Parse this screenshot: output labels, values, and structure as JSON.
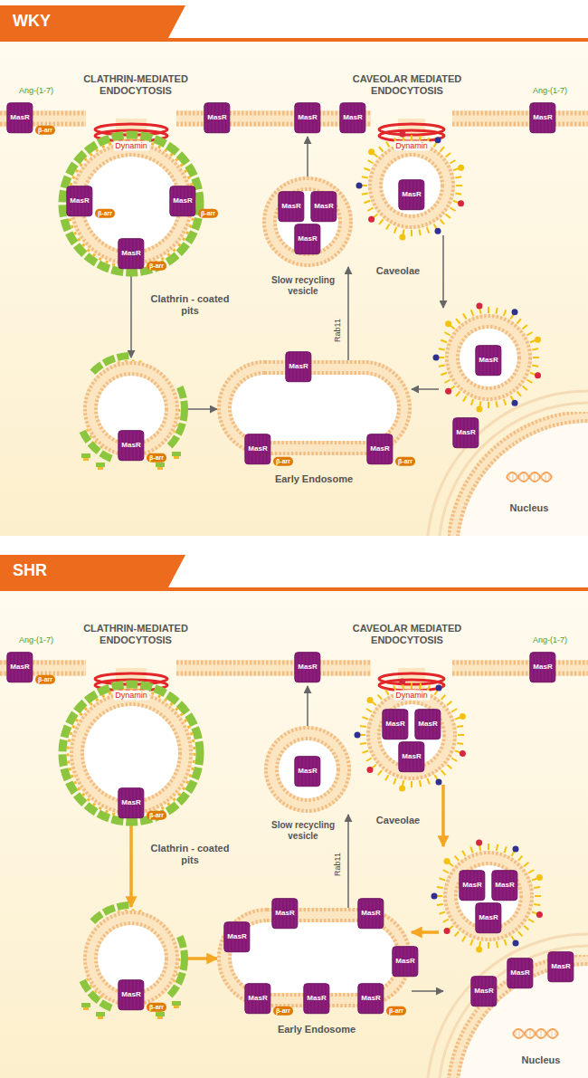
{
  "diagram": {
    "nodes": [
      {
        "text": [
          "WKY"
        ]
      },
      {
        "text": [
          "MasR",
          "β-arr",
          "MasR",
          "β-arr",
          "MasR",
          "β-arr",
          "Clathrin - coated pits"
        ],
        "in": 0
      },
      {
        "text": [
          "MasR",
          "β-arr"
        ],
        "in": 0
      },
      {
        "text": [
          "MasR",
          "MasR",
          "β-arr",
          "MasR",
          "β-arr",
          "Early Endosome"
        ],
        "in": 0
      },
      {
        "text": [
          "MasR",
          "MasR",
          "MasR",
          "Slow recycling vesicle"
        ],
        "in": 0
      },
      {
        "text": [
          "MasR",
          "Caveolae"
        ],
        "in": 0
      },
      {
        "text": [
          "MasR"
        ],
        "in": 0
      },
      {
        "text": [
          "Nucleus"
        ],
        "in": 0
      },
      {
        "text": [
          "SHR"
        ]
      },
      {
        "text": [
          "MasR",
          "β-arr",
          "Clathrin - coated pits"
        ],
        "in": 8
      },
      {
        "text": [
          "MasR",
          "β-arr"
        ],
        "in": 8
      },
      {
        "text": [
          "MasR",
          "MasR",
          "MasR",
          "MasR",
          "β-arr",
          "MasR",
          "MasR",
          "β-arr",
          "MasR",
          "Early Endosome"
        ],
        "in": 8
      },
      {
        "text": [
          "MasR",
          "Slow recycling vesicle"
        ],
        "in": 8
      },
      {
        "text": [
          "MasR",
          "MasR",
          "MasR",
          "Caveolae"
        ],
        "in": 8
      },
      {
        "text": [
          "MasR",
          "MasR",
          "MasR"
        ],
        "in": 8
      },
      {
        "text": [
          "Nucleus"
        ],
        "in": 8
      }
    ],
    "edges": [
      {
        "from": 1,
        "to": 2,
        "arrow": "to"
      },
      {
        "from": 2,
        "to": 3,
        "arrow": "to"
      },
      {
        "from": 3,
        "to": 4,
        "label": "Rab11",
        "arrow": "to"
      },
      {
        "from": 5,
        "to": 6,
        "arrow": "to"
      },
      {
        "from": 6,
        "to": 3,
        "arrow": "to"
      },
      {
        "from": 9,
        "to": 10,
        "arrow": "to"
      },
      {
        "from": 10,
        "to": 11,
        "arrow": "to"
      },
      {
        "from": 11,
        "to": 12,
        "label": "Rab11",
        "arrow": "to"
      },
      {
        "from": 13,
        "to": 14,
        "arrow": "to"
      },
      {
        "from": 14,
        "to": 11,
        "arrow": "to"
      },
      {
        "from": 11,
        "to": 15,
        "arrow": "to"
      }
    ],
    "labels": [
      "CLATHRIN-MEDIATED ENDOCYTOSIS",
      "CAVEOLAR MEDIATED ENDOCYTOSIS",
      "Ang-(1-7)",
      "Ang-(1-7)",
      "Dynamin",
      "Dynamin",
      "MasR",
      "β-arr",
      "MasR",
      "MasR",
      "MasR",
      "MasR",
      "MasR",
      "CLATHRIN-MEDIATED ENDOCYTOSIS",
      "CAVEOLAR MEDIATED ENDOCYTOSIS",
      "Ang-(1-7)",
      "Ang-(1-7)",
      "Dynamin",
      "Dynamin",
      "MasR",
      "β-arr",
      "MasR",
      "MasR",
      "MasR",
      "MasR",
      "MasR"
    ]
  }
}
